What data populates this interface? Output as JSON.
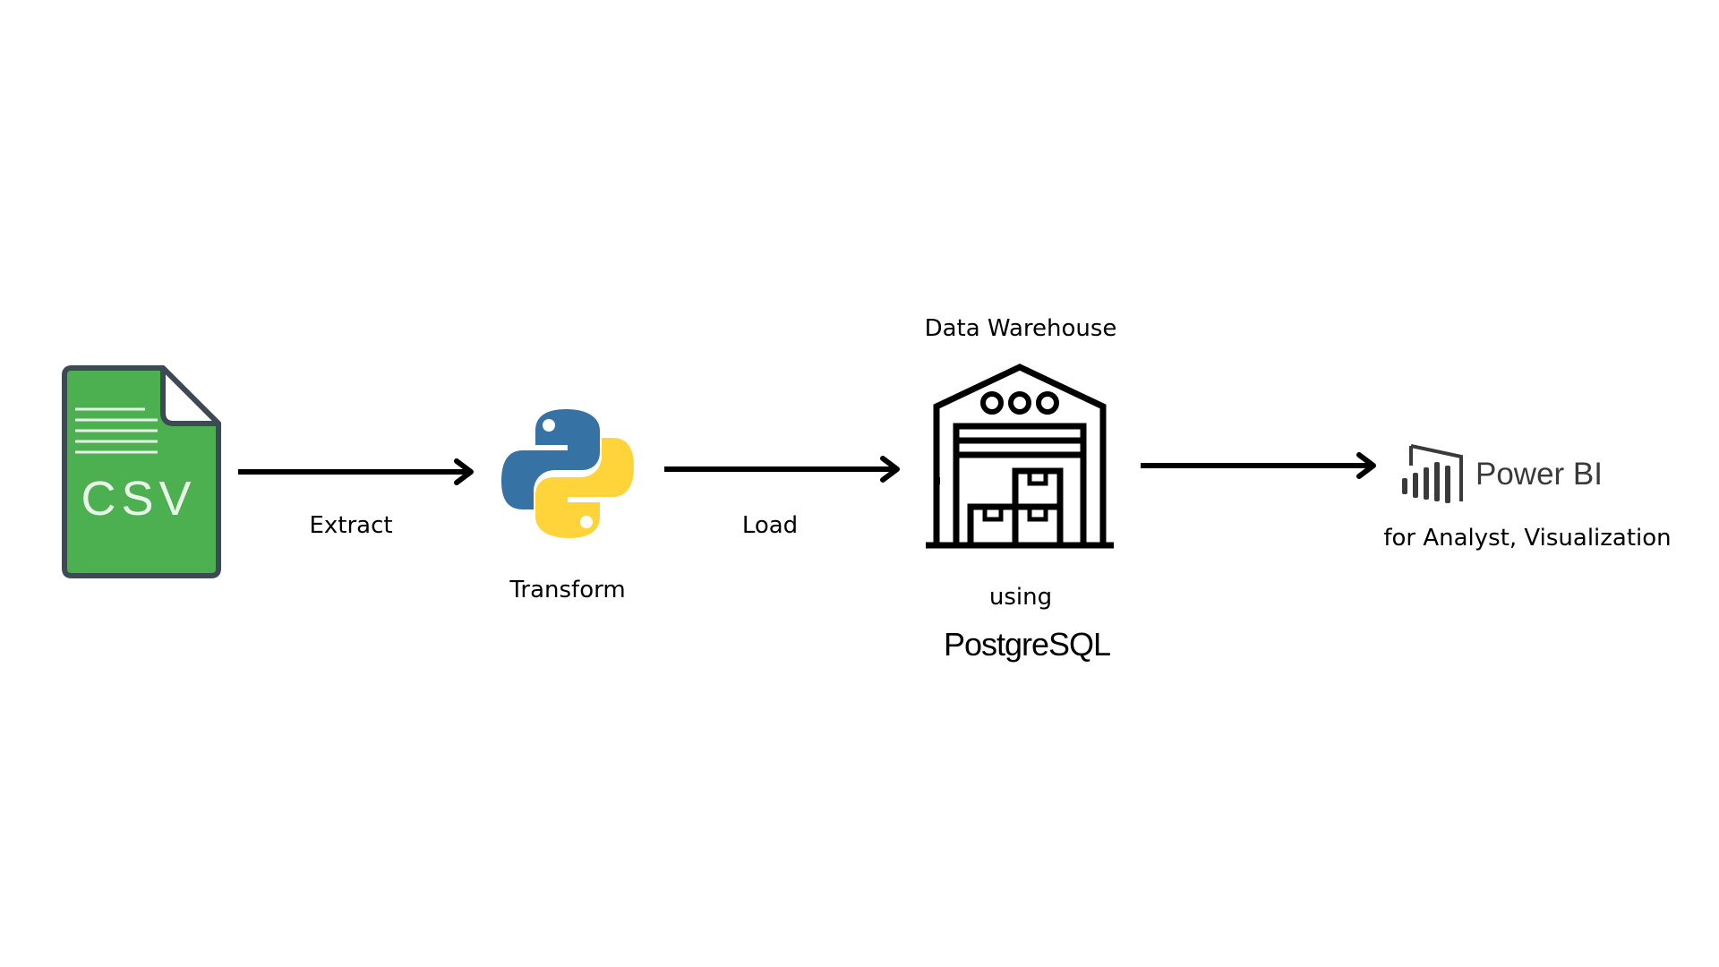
{
  "csv": {
    "icon": "csv-file-icon",
    "text": "CSV",
    "fill_color": "#4caf50",
    "border_color": "#3d4a55"
  },
  "steps": {
    "extract": "Extract",
    "transform": "Transform",
    "load": "Load"
  },
  "python": {
    "icon": "python-logo-icon",
    "blue": "#3772a4",
    "yellow": "#ffd43b"
  },
  "warehouse": {
    "title": "Data Warehouse",
    "icon": "warehouse-icon",
    "using": "using",
    "technology": "PostgreSQL"
  },
  "powerbi": {
    "icon": "power-bi-logo-icon",
    "name": "Power BI",
    "caption": "for Analyst, Visualization"
  },
  "arrow_color": "#000000"
}
